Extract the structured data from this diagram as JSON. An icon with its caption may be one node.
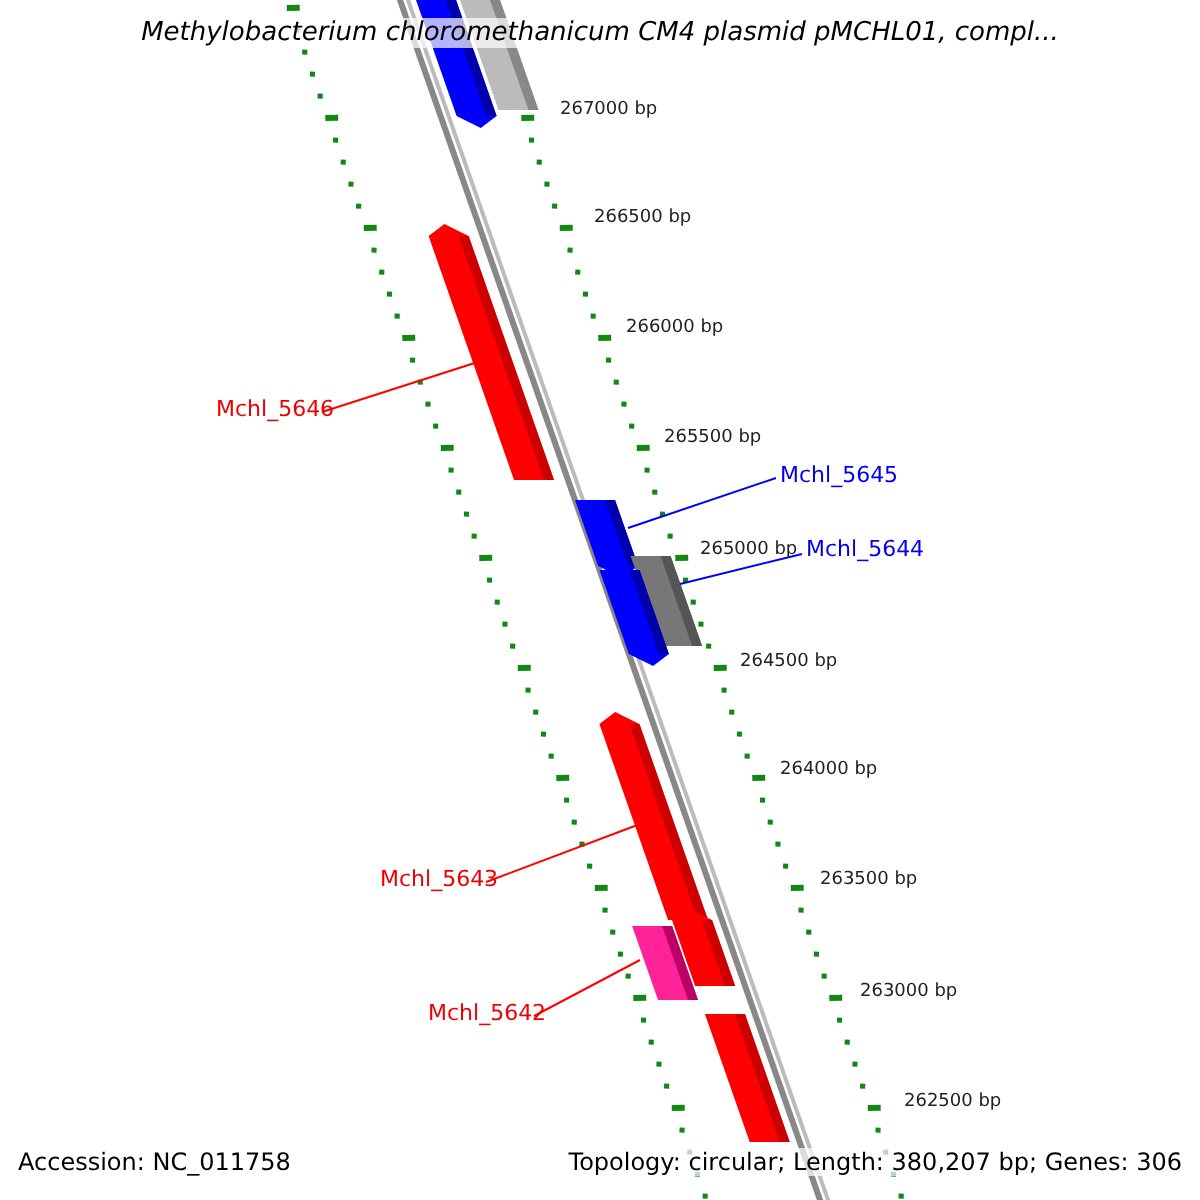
{
  "diagram": {
    "title": "Methylobacterium chloromethanicum CM4 plasmid pMCHL01, compl...",
    "nodes": [
      {
        "text": [
          "Mchl_5646"
        ]
      },
      {
        "text": [
          "Mchl_5645"
        ]
      },
      {
        "text": [
          "Mchl_5644"
        ]
      },
      {
        "text": [
          "Mchl_5643"
        ]
      },
      {
        "text": [
          "Mchl_5642"
        ]
      },
      {
        "text": [],
        "shape": "bar"
      },
      {
        "text": [],
        "shape": "bar"
      },
      {
        "text": [],
        "shape": "bar"
      },
      {
        "text": [],
        "shape": "bar"
      },
      {
        "text": [],
        "shape": "bar"
      },
      {
        "text": [],
        "shape": "bar"
      },
      {
        "text": [],
        "shape": "bar"
      },
      {
        "text": [],
        "shape": "bar"
      },
      {
        "text": [],
        "shape": "bar"
      },
      {
        "text": [],
        "shape": "bar"
      }
    ],
    "edges": [
      {
        "from": 0,
        "to": 7,
        "arrow": "none"
      },
      {
        "from": 1,
        "to": 8,
        "arrow": "none",
        "color": "#0000ff"
      },
      {
        "from": 2,
        "to": 9,
        "arrow": "none",
        "color": "#0000ff"
      },
      {
        "from": 3,
        "to": 11,
        "arrow": "none"
      },
      {
        "from": 4,
        "to": 12,
        "arrow": "none"
      }
    ],
    "labels": [
      "267000 bp",
      "266500 bp",
      "266000 bp",
      "265500 bp",
      "265000 bp",
      "264500 bp",
      "264000 bp",
      "263500 bp",
      "263000 bp",
      "262500 bp",
      "Accession: NC_011758",
      "Topology: circular; Length: 380,207 bp; Genes: 306"
    ]
  }
}
